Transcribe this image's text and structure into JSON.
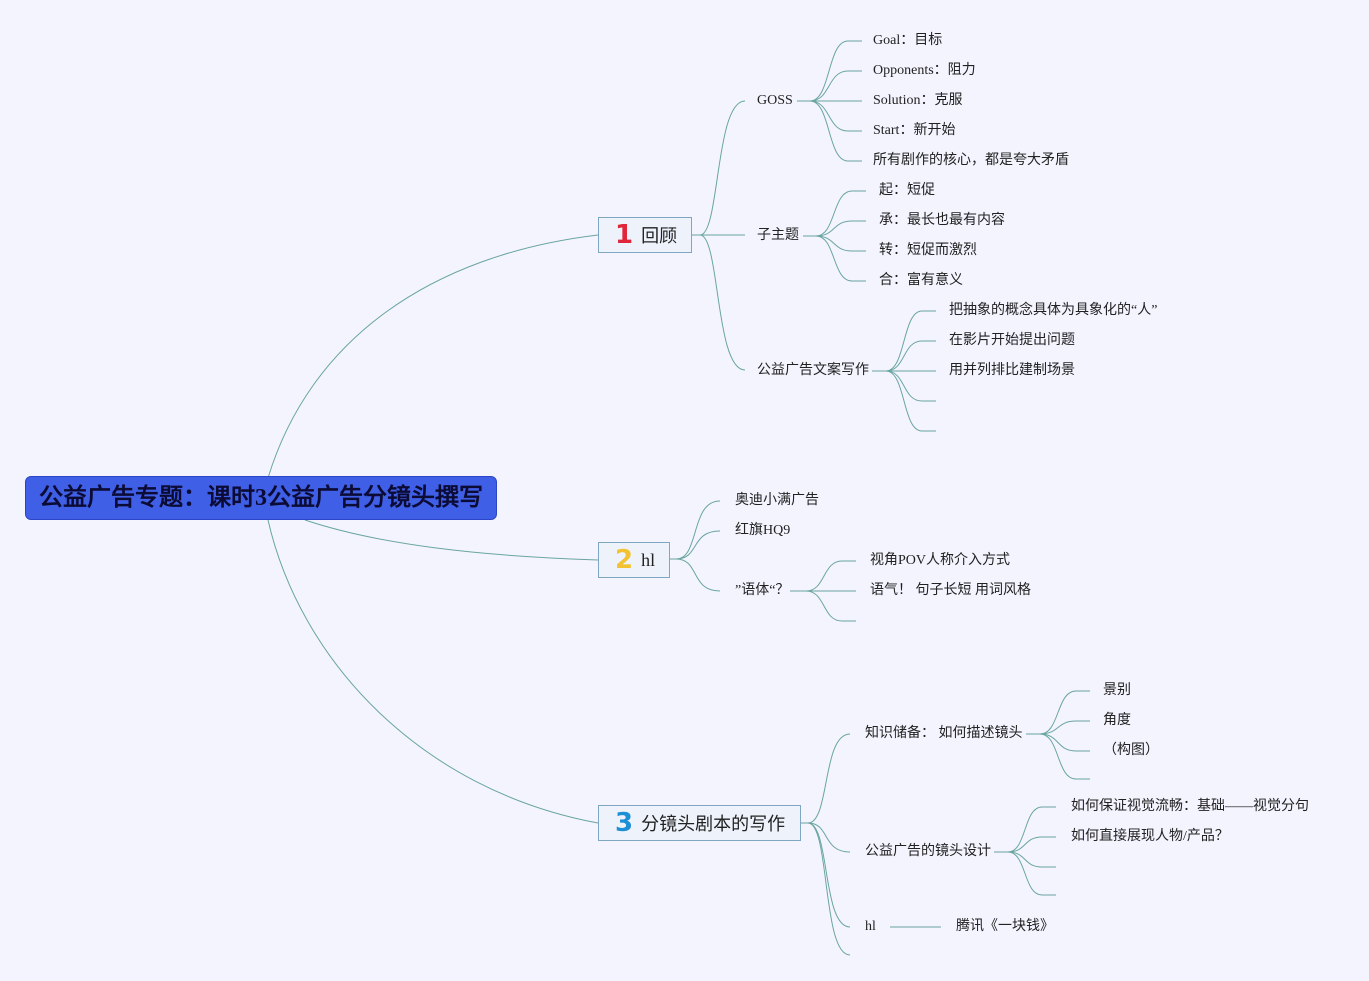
{
  "root": "公益广告专题：课时3公益广告分镜头撰写",
  "colors": {
    "line": "#6aa5a0",
    "root_bg": "#3f5fe6",
    "num1": "#e0263a",
    "num2": "#f2c230",
    "num3": "#1d8fd6"
  },
  "branches": [
    {
      "num": "1",
      "label": "回顾",
      "children": [
        {
          "label": "GOSS",
          "children": [
            "Goal：目标",
            "Opponents：阻力",
            "Solution：克服",
            "Start：新开始",
            "所有剧作的核心，都是夸大矛盾"
          ]
        },
        {
          "label": "子主题",
          "children": [
            "起：短促",
            "承：最长也最有内容",
            "转：短促而激烈",
            "合：富有意义"
          ]
        },
        {
          "label": "公益广告文案写作",
          "children": [
            "把抽象的概念具体为具象化的“人”",
            "在影片开始提出问题",
            "用并列排比建制场景",
            "",
            ""
          ]
        }
      ]
    },
    {
      "num": "2",
      "label": "hl",
      "children": [
        {
          "label": "奥迪小满广告",
          "children": []
        },
        {
          "label": "红旗HQ9",
          "children": []
        },
        {
          "label": "”语体“？",
          "children": [
            "视角POV人称介入方式",
            "语气！ 句子长短 用词风格",
            ""
          ]
        }
      ]
    },
    {
      "num": "3",
      "label": "分镜头剧本的写作",
      "children": [
        {
          "label": "知识储备： 如何描述镜头",
          "children": [
            "景别",
            "角度",
            "（构图）",
            ""
          ]
        },
        {
          "label": "公益广告的镜头设计",
          "children": [
            "如何保证视觉流畅：基础——视觉分句",
            "如何直接展现人物/产品？",
            "",
            ""
          ]
        },
        {
          "label": "hl",
          "children": [
            "腾讯《一块钱》"
          ]
        },
        {
          "label": "",
          "children": []
        }
      ]
    }
  ]
}
